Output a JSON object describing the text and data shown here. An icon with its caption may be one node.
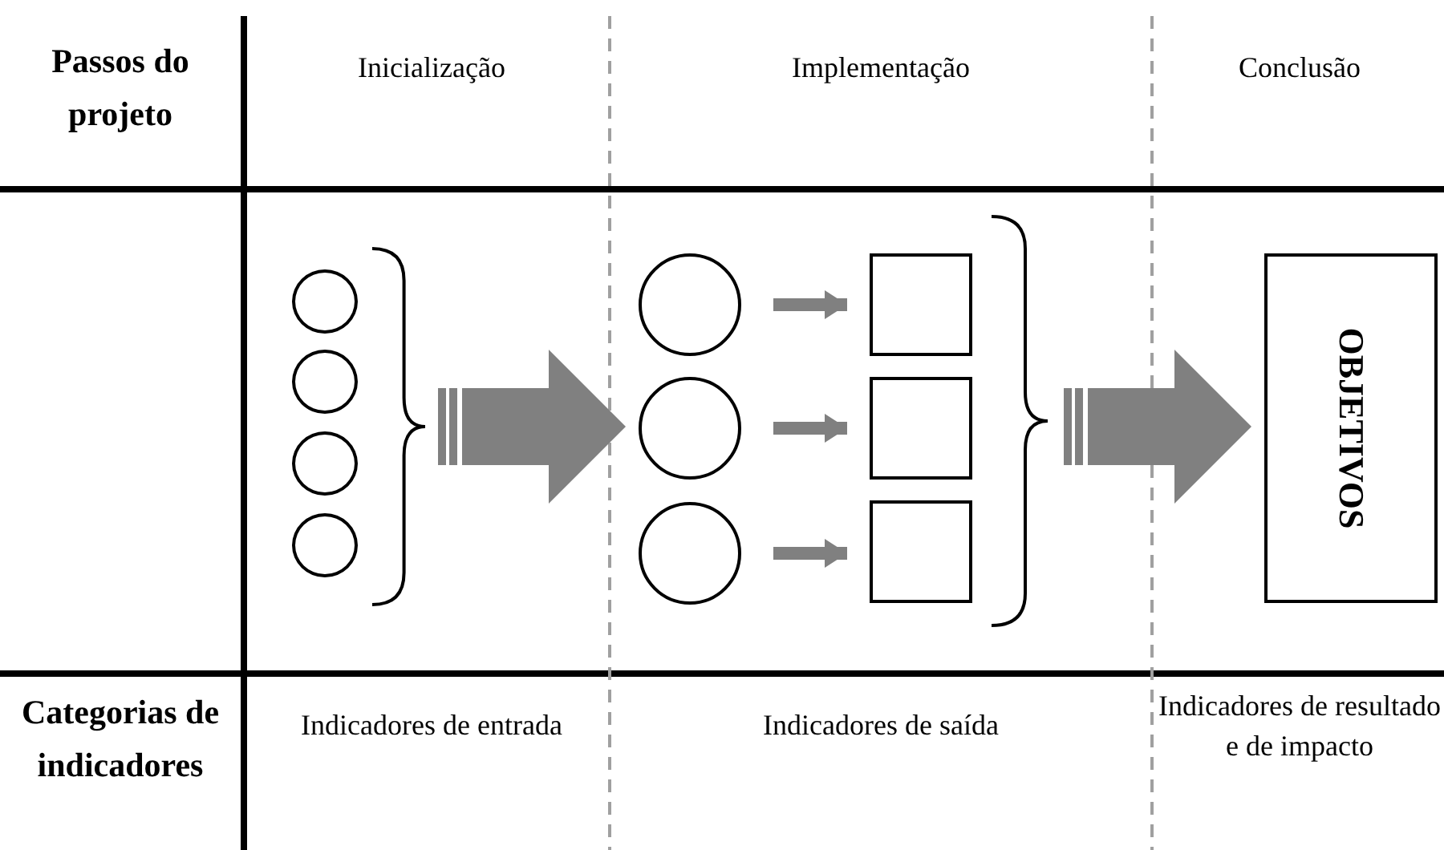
{
  "diagram": {
    "nodes": [
      {
        "text": [],
        "shape": "circle"
      },
      {
        "text": [],
        "shape": "circle"
      },
      {
        "text": [],
        "shape": "circle"
      },
      {
        "text": [],
        "shape": "circle"
      },
      {
        "text": [],
        "shape": "circle"
      },
      {
        "text": [],
        "shape": "circle"
      },
      {
        "text": [],
        "shape": "circle"
      },
      {
        "text": [],
        "shape": "box"
      },
      {
        "text": [],
        "shape": "box"
      },
      {
        "text": [],
        "shape": "box"
      },
      {
        "text": [
          "OBJETIVOS"
        ]
      }
    ],
    "edges": [
      {
        "from": null,
        "to": 5,
        "arrow": "to",
        "style": "thick"
      },
      {
        "from": 4,
        "to": 7,
        "arrow": "to"
      },
      {
        "from": 5,
        "to": 8,
        "arrow": "to"
      },
      {
        "from": 6,
        "to": 9,
        "arrow": "to"
      },
      {
        "from": null,
        "to": 10,
        "arrow": "to",
        "style": "thick"
      }
    ],
    "labels": [
      "Passos do projeto",
      "Inicialização",
      "Implementação",
      "Conclusão",
      "Categorias de indicadores",
      "Indicadores de entrada",
      "Indicadores de saída",
      "Indicadores de resultado e de impacto"
    ]
  }
}
